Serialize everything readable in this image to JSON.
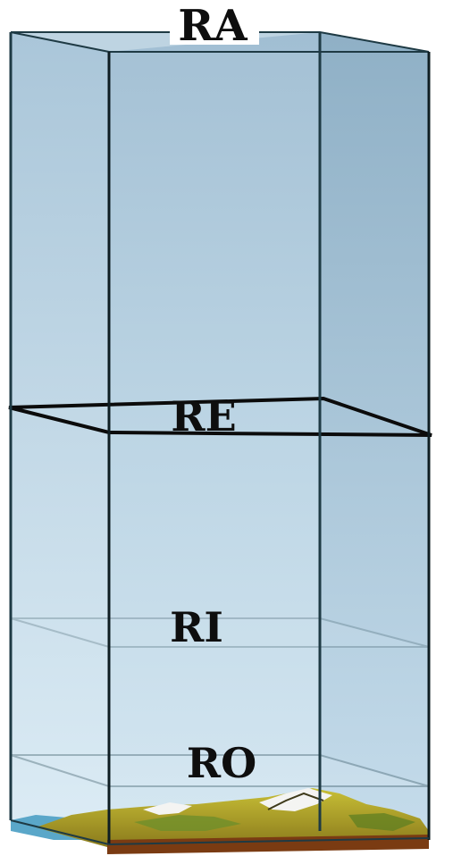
{
  "labels": {
    "ra": "RA",
    "re": "RE",
    "ri": "RI",
    "ro": "RO"
  },
  "colors": {
    "box_top": "#a9c4d6",
    "box_mid": "#c4dbe8",
    "box_bottom": "#d6e8f2",
    "edge_light": "#2f4f5a",
    "edge_dark": "#0b1a20",
    "terrain_yellow": "#c9c23a",
    "terrain_green": "#6f8f2a",
    "terrain_snow": "#f4f4f2",
    "ground": "#7a3b12",
    "water": "#5aa7c9"
  },
  "icons": {
    "terrain": "mountain-terrain-icon"
  }
}
